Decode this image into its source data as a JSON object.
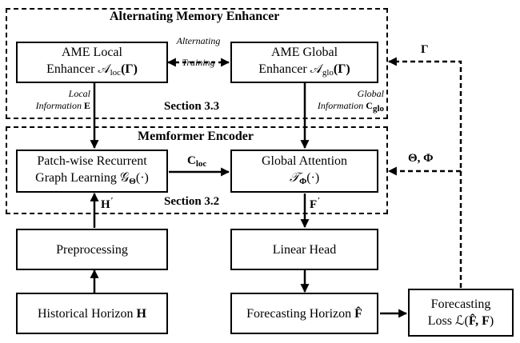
{
  "groups": {
    "ame_title": "Alternating Memory Enhancer",
    "ame_section": "Section 3.3",
    "enc_title": "Memformer Encoder",
    "enc_section": "Section 3.2"
  },
  "boxes": {
    "ame_local_line1": "AME Local",
    "ame_local_line2": "Enhancer 𝒜",
    "ame_local_sub": "loc",
    "ame_local_arg": "(Γ)",
    "ame_global_line1": "AME Global",
    "ame_global_line2": "Enhancer 𝒜",
    "ame_global_sub": "glo",
    "ame_global_arg": "(Γ)",
    "patch_line1": "Patch-wise Recurrent",
    "patch_line2": "Graph Learning 𝒢",
    "patch_sub": "Θ",
    "patch_arg": "(·)",
    "global_attn_line1": "Global Attention",
    "global_attn_sym": "𝒯",
    "global_attn_sub": "Φ",
    "global_attn_arg": "(·)",
    "preprocessing": "Preprocessing",
    "linear_head": "Linear Head",
    "historical_text": "Historical Horizon ",
    "historical_sym": "H",
    "forecast_h_text": "Forecasting Horizon ",
    "forecast_h_sym": "F̂",
    "loss_line1": "Forecasting",
    "loss_line2": "Loss ℒ(",
    "loss_args": "F̂, F",
    "loss_close": ")"
  },
  "labels": {
    "alt_training_1": "Alternating",
    "alt_training_2": "Training",
    "local_info_1": "Local",
    "local_info_2": "Information ",
    "local_info_sym": "E",
    "global_info_1": "Global",
    "global_info_2": "Information ",
    "global_info_sym": "C",
    "global_info_sub": "glo",
    "c_loc_sym": "C",
    "c_loc_sub": "loc",
    "h_prime": "H",
    "f_prime": "F",
    "prime_mark": "′",
    "gamma_feedback": "Γ",
    "theta_phi_feedback": "Θ, Φ"
  }
}
